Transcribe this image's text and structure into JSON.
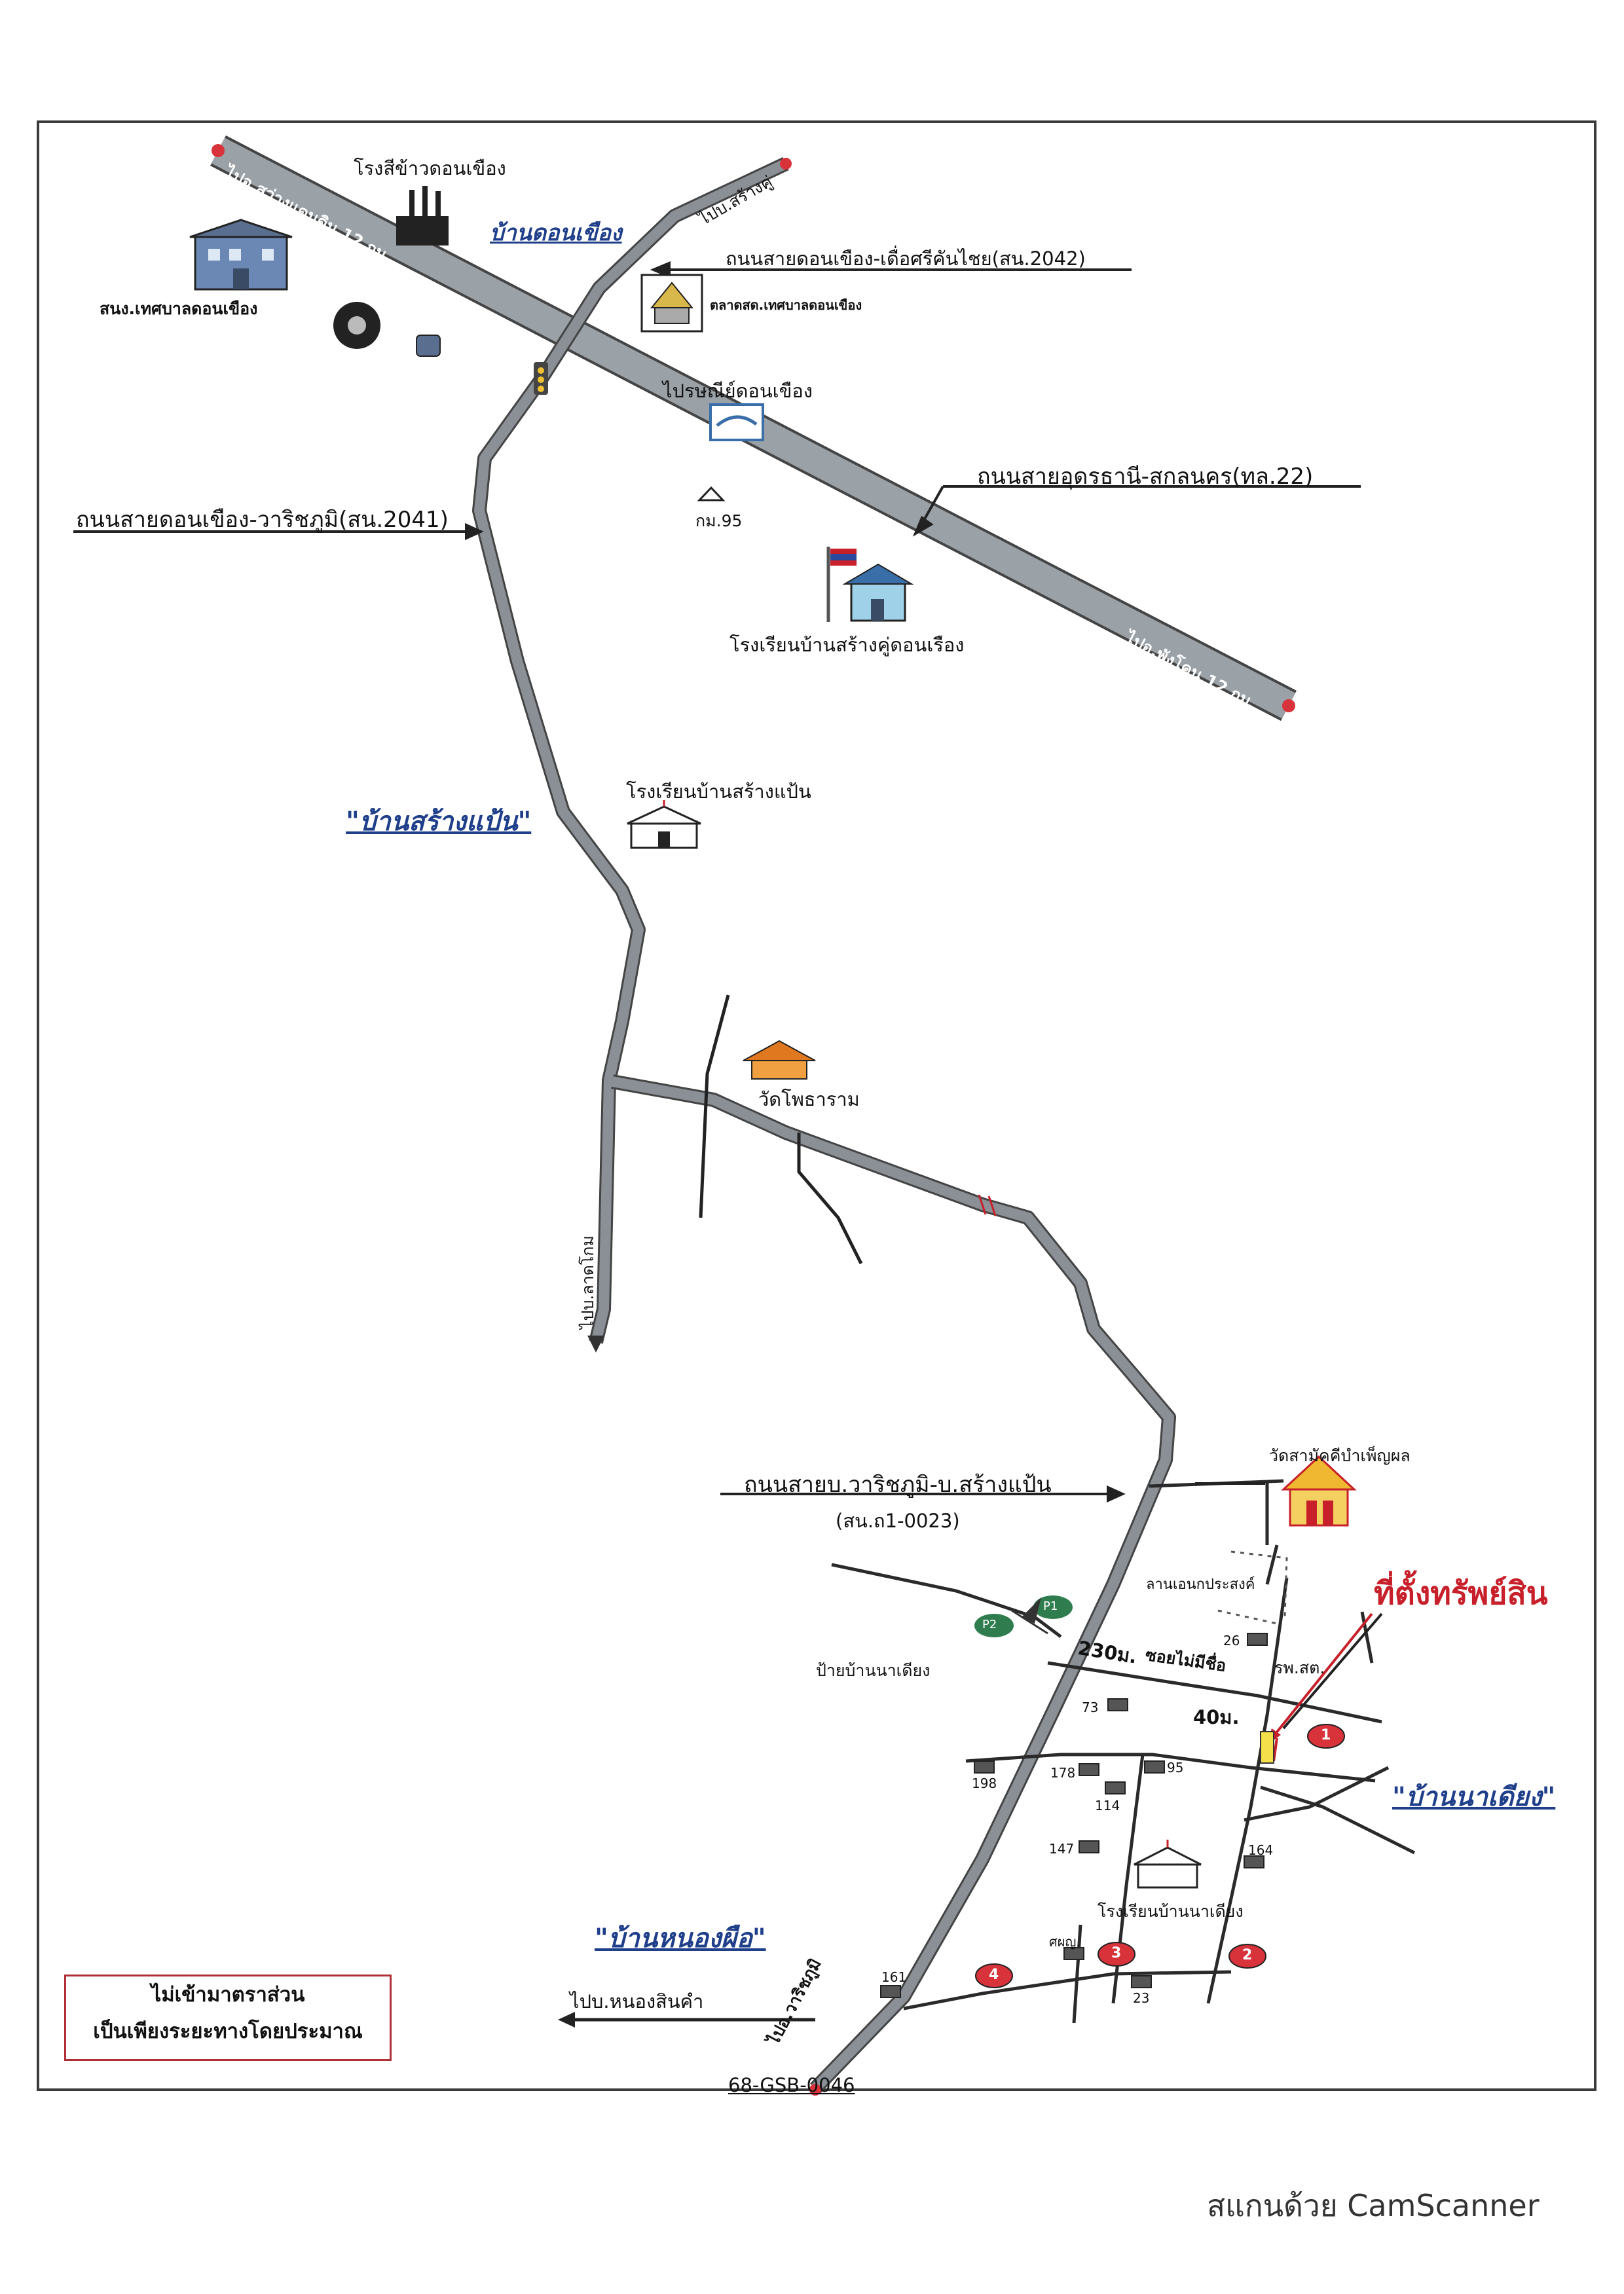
{
  "labels": {
    "rice_mill": "โรงสีข้าวดอนเขือง",
    "municipality_office": "สนง.เทศบาลดอนเขือง",
    "ban_don_khueang": "บ้านดอนเขือง",
    "to_sang_khu": "ไปบ.สร้างคู่",
    "road_2042": "ถนนสายดอนเขือง-เดื่อศรีคันไชย(สน.2042)",
    "market": "ตลาดสด.เทศบาลดอนเขือง",
    "to_sawang_daen_din": "ไปอ.สว่างแดนดิน 12 กม.",
    "post_office": "ไปรษณีย์ดอนเขือง",
    "road_22": "ถนนสายอุดรธานี-สกลนคร(ทล.22)",
    "road_2041": "ถนนสายดอนเขือง-วาริชภูมิ(สน.2041)",
    "km95": "กม.95",
    "school_sang_khu": "โรงเรียนบ้านสร้างคู่ดอนเรือง",
    "to_phang_khon": "ไปอ.พังโคน 12 กม.",
    "ban_sang_paen": "\"บ้านสร้างแป้น\"",
    "school_sang_paen": "โรงเรียนบ้านสร้างแป้น",
    "wat_pho": "วัดโพธาราม",
    "to_lat_khom": "ไปบ.ลาดโกม",
    "wat_mongkhon": "วัดสามัคคีบำเพ็ญผล",
    "road_warit_sang_paen": "ถนนสายบ.วาริชภูมิ-บ.สร้างแป้น",
    "road_code": "(สน.ถ1-0023)",
    "lan_community": "ลานเอนกประสงค์",
    "property_location": "ที่ตั้งทรัพย์สิน",
    "p2": "P2",
    "p1": "P1",
    "dist_230": "230ม.",
    "soi_name": "ซอยไม่มีชื่อ",
    "bus_stop": "ป้ายบ้านนาเดียง",
    "dist_40": "40ม.",
    "ror_bor": "รพ.สต.",
    "house_26": "26",
    "house_73": "73",
    "house_198": "198",
    "house_178": "178",
    "house_95": "95",
    "house_114": "114",
    "ban_na_diang": "\"บ้านนาเดียง\"",
    "house_147": "147",
    "house_164": "164",
    "school_na_diang": "โรงเรียนบ้านนาเดียง",
    "ban_nong_phue": "\"บ้านหนองผือ\"",
    "sala": "ศผญ.",
    "house_161": "161",
    "house_23": "23",
    "to_nong_sin_kham": "ไปบ.หนองสินคำ",
    "to_waritchaphum": "ไปอ.วาริชภูมิ",
    "doc_code": "68-GSB-0046",
    "marker_1": "1",
    "marker_2": "2",
    "marker_3": "3",
    "marker_4": "4"
  },
  "note": {
    "line1": "ไม่เข้ามาตราส่วน",
    "line2": "เป็นเพียงระยะทางโดยประมาณ"
  },
  "footer": "สแกนด้วย CamScanner",
  "colors": {
    "highway": "#8f979e",
    "road": "#8a9096",
    "marker": "#d8323a",
    "target": "#c8202a",
    "frame": "#333333"
  }
}
